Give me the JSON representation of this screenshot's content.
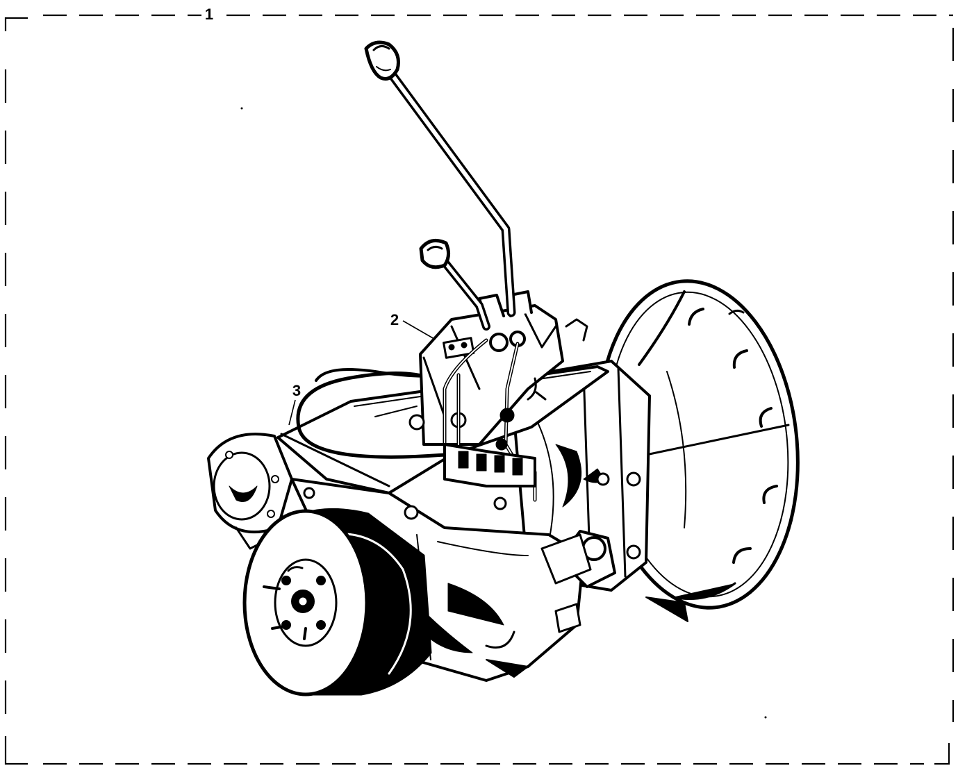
{
  "figure": {
    "callouts": [
      {
        "id": "1",
        "label": "1"
      },
      {
        "id": "2",
        "label": "2"
      },
      {
        "id": "3",
        "label": "3"
      }
    ],
    "line_color": "#000000",
    "background_color": "#ffffff",
    "icons": {
      "assembly": "gearbox-transfer-assembly-illustration"
    }
  }
}
